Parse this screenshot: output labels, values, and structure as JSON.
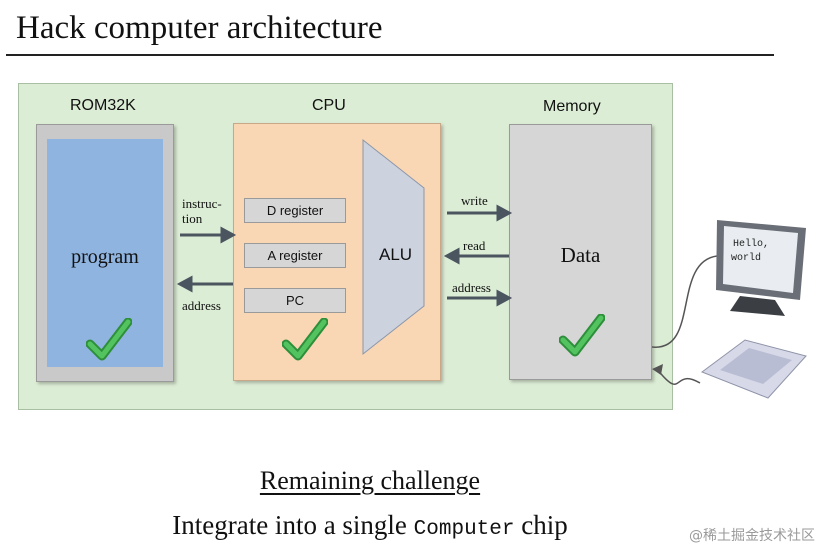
{
  "title": "Hack computer architecture",
  "blocks": {
    "rom": {
      "label": "ROM32K",
      "content": "program"
    },
    "cpu": {
      "label": "CPU",
      "registers": [
        {
          "label": "D register"
        },
        {
          "label": "A register"
        },
        {
          "label": "PC"
        }
      ],
      "alu_label": "ALU"
    },
    "memory": {
      "label": "Memory",
      "content": "Data"
    }
  },
  "connections": {
    "instruction": [
      "instruc-",
      "tion"
    ],
    "address_to_rom": "address",
    "write": "write",
    "read": "read",
    "address_to_memory": "address"
  },
  "screen_text": [
    "Hello,",
    "world"
  ],
  "footer": {
    "heading": "Remaining challenge",
    "caption_before": "Integrate into a single ",
    "caption_code": "Computer",
    "caption_after": " chip"
  },
  "watermark": "@稀土掘金技术社区",
  "colors": {
    "panel": "#dcedd5",
    "rom_inner": "#8fb4df",
    "cpu": "#fad7b4",
    "check": "#3cb54a"
  }
}
